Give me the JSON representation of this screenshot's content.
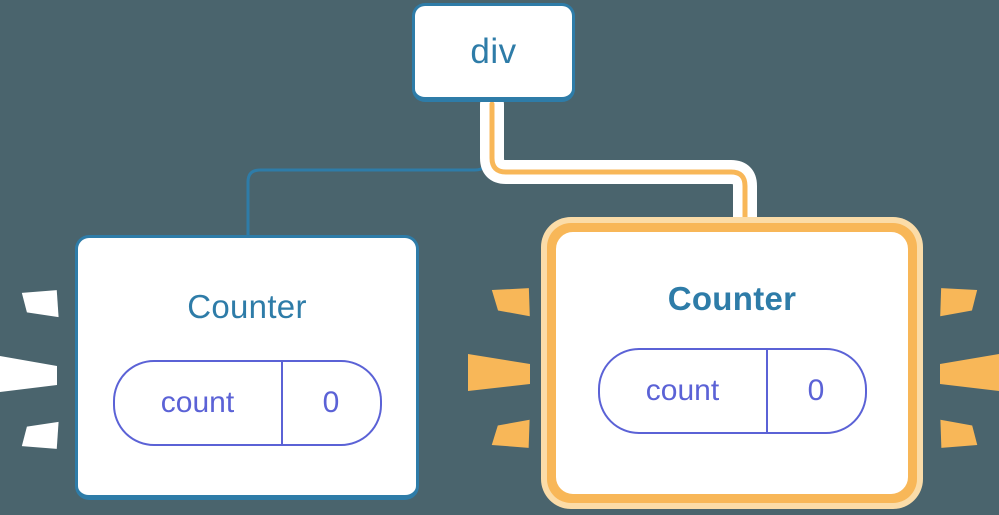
{
  "diagram": {
    "title": "React component tree re-render highlight",
    "background_color": "#4a646d",
    "accent_blue": "#2e7ca8",
    "accent_purple": "#5b62d6",
    "accent_orange": "#f8b758",
    "accent_orange_pale": "#fbdca8",
    "highlight_white": "#ffffff"
  },
  "root": {
    "label": "div"
  },
  "children": [
    {
      "label": "Counter",
      "highlighted": false,
      "title_weight": "regular",
      "prop": {
        "key": "count",
        "value": "0"
      },
      "sparkle_color": "#ffffff",
      "sparkle_count": 3,
      "edge_color": "#2e7ca8"
    },
    {
      "label": "Counter",
      "highlighted": true,
      "title_weight": "bold",
      "prop": {
        "key": "count",
        "value": "0"
      },
      "sparkle_color": "#f8b758",
      "sparkle_count": 3,
      "edge_color": "#f8b758"
    }
  ],
  "sparkle_groups": [
    {
      "name": "left-box-left-sparkles",
      "color": "#ffffff"
    },
    {
      "name": "right-box-left-sparkles",
      "color": "#f8b758"
    },
    {
      "name": "right-box-right-sparkles",
      "color": "#f8b758"
    }
  ]
}
